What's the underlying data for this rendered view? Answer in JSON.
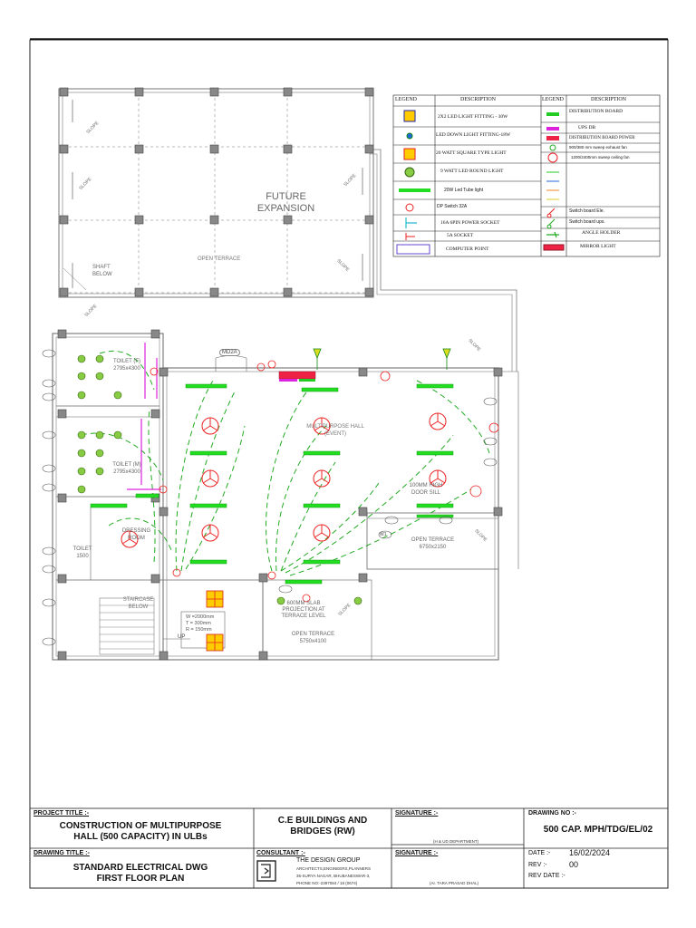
{
  "plan": {
    "future_expansion": "FUTURE\nEXPANSION",
    "open_terrace_top": "OPEN TERRACE",
    "shaft": "SHAFT\nBELOW",
    "slope": "SLOPE",
    "mph_hall": "MULTIPURPOSE HALL\n(EVENT)",
    "door_sill": "100MM HIGH\nDOOR SILL",
    "open_terrace_right": "OPEN TERRACE\n6750x2150",
    "open_terrace_bottom": "OPEN TERRACE\n5750x4100",
    "slab_projection": "600MM SLAB\nPROJECTION AT\nTERRACE LEVEL",
    "dressing": "DRESSING\nROOM",
    "toilet_f": "TOILET (F)\n2795x4300",
    "toilet_m": "TOILET (M)\n2795x4300",
    "toilet": "TOILET\n1500",
    "staircase": "STAIRCASE\nBELOW",
    "stair_note": "W =2000mm\nT = 300mm\nR = 150mm",
    "up": "UP",
    "door_tag": "MD2A",
    "window_tag": "W1"
  },
  "legend": {
    "headers": [
      "LEGEND",
      "DESCRIPTION",
      "LEGEND",
      "DESCRIPTION"
    ],
    "left_items": [
      "2X2 LED LIGHT FITTING - 30W",
      "LED DOWN LIGHT FITTING-18W",
      "20 WATT SQUARE TYPE LIGHT",
      "9 WATT LED ROUND LIGHT",
      "20W Led Tube light",
      "DP Switch 32A",
      "16A 6PIN POWER SOCKET",
      "5A SOCKET",
      "COMPUTER POINT"
    ],
    "right_items": [
      "DISTRIBUTION BOARD",
      "UPS DB",
      "DISTRIBUTION BOARD POWER",
      "900/380 mm sweep exhaust fan",
      "1200/2400mm sweep ceiling fan",
      "Switch board Ele.",
      "Switch board ups.",
      "ANGLE HOLDER",
      "MIRROR LIGHT"
    ],
    "colors": {
      "tube": "#22dd22",
      "db": "#22cc22",
      "ups": "#dd22dd",
      "power": "#ee2244",
      "fan": "#ee2222",
      "square": "#ffcc00"
    }
  },
  "title_block": {
    "project_title_label": "PROJECT TITLE :-",
    "project_title": "CONSTRUCTION OF MULTIPURPOSE\nHALL (500 CAPACITY) IN ULBs",
    "client": "C.E BUILDINGS AND\nBRIDGES (RW)",
    "signature_label_1": "SIGNATURE :-",
    "dept": "(H & UD DEPARTMENT)",
    "drawing_no_label": "DRAWING NO :-",
    "drawing_no": "500 CAP. MPH/TDG/EL/02",
    "drawing_title_label": "DRAWING TITLE :-",
    "drawing_title": "STANDARD ELECTRICAL DWG\nFIRST FLOOR PLAN",
    "consultant_label": "CONSULTANT :-",
    "consultant_name": "THE DESIGN GROUP",
    "consultant_sub": "ARCHITECTS,ENGINEERS,PLANNERS",
    "consultant_addr": "35-SURYA NAGAR, BHUBANESWAR-3,",
    "consultant_phone": "PHONE NO:-2397084 / 18 (0674)",
    "signature_label_2": "SIGNATURE :-",
    "signatory": "(Ar. TARA PRASAD DHAL)",
    "date_label": "DATE :-",
    "date": "16/02/2024",
    "rev_label": "REV :-",
    "rev": "00",
    "rev_date_label": "REV DATE :-"
  }
}
